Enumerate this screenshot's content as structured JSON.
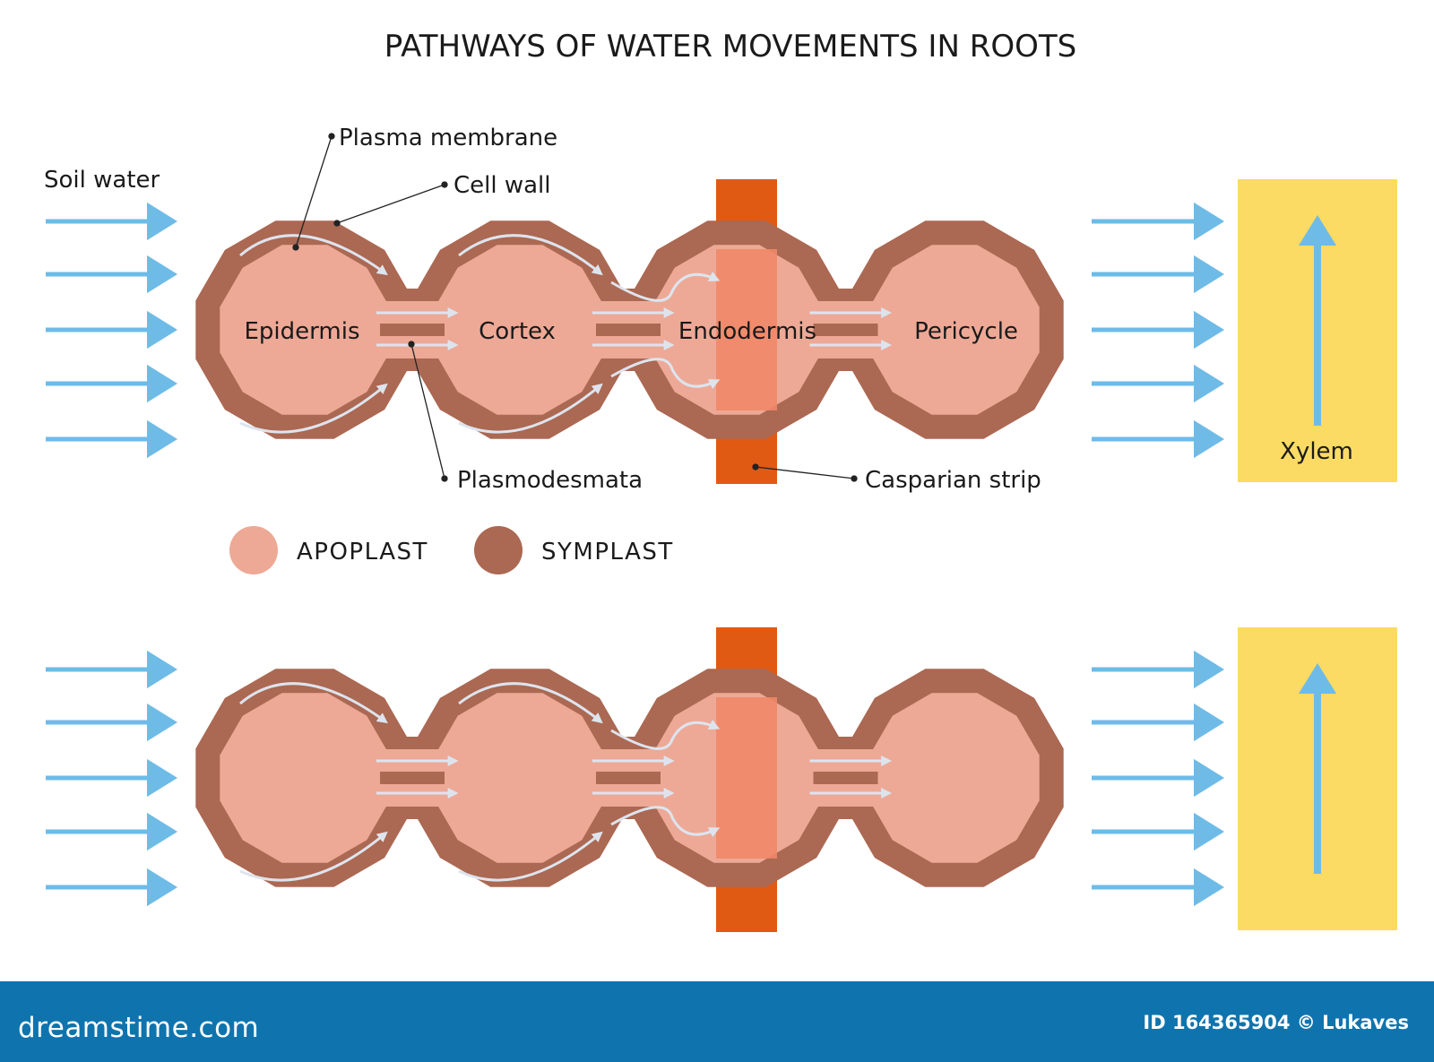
{
  "title": "PATHWAYS OF WATER MOVEMENTS IN ROOTS",
  "labels": {
    "soil_water": "Soil water",
    "plasma_membrane": "Plasma membrane",
    "cell_wall": "Cell wall",
    "plasmodesmata": "Plasmodesmata",
    "casparian_strip": "Casparian strip",
    "xylem": "Xylem"
  },
  "cells": [
    "Epidermis",
    "Cortex",
    "Endodermis",
    "Pericycle"
  ],
  "legend": [
    {
      "label": "APOPLAST",
      "color": "#eda996"
    },
    {
      "label": "SYMPLAST",
      "color": "#ab6852"
    }
  ],
  "colors": {
    "cell_wall": "#ab6852",
    "cell_interior": "#eda996",
    "casparian_strip": "#e05a14",
    "casparian_overlay": "#f08768",
    "xylem": "#fbdb63",
    "water_arrow": "#6ebbe8",
    "footer": "#0f74ad"
  },
  "footer": {
    "site": "dreamstime.com",
    "credit": "ID 164365904 © Lukaves"
  }
}
